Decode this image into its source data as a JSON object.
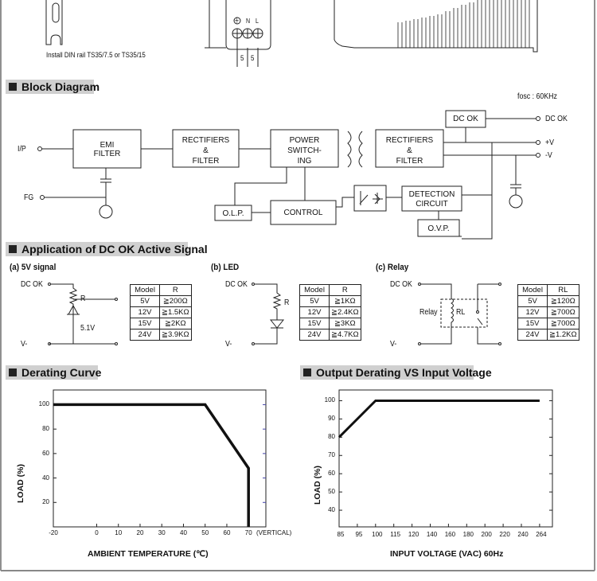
{
  "mechanical": {
    "din_note": "Install DIN rail TS35/7.5 or TS35/15",
    "terminals": [
      "⏚",
      "N",
      "L"
    ],
    "pitch": [
      "5",
      "5"
    ]
  },
  "block_diagram": {
    "title": "Block Diagram",
    "fosc": "fosc : 60KHz",
    "inputs": {
      "ip": "I/P",
      "fg": "FG"
    },
    "blocks": {
      "emi": [
        "EMI",
        "FILTER"
      ],
      "rect1": [
        "RECTIFIERS",
        "&",
        "FILTER"
      ],
      "power": [
        "POWER",
        "SWITCH-",
        "ING"
      ],
      "rect2": [
        "RECTIFIERS",
        "&",
        "FILTER"
      ],
      "dcok": "DC OK",
      "olp": "O.L.P.",
      "control": "CONTROL",
      "detection": [
        "DETECTION",
        "CIRCUIT"
      ],
      "ovp": "O.V.P."
    },
    "outputs": {
      "dcok": "DC OK",
      "pv": "+V",
      "nv": "-V"
    }
  },
  "application": {
    "title": "Application of DC OK Active Signal",
    "a": {
      "title": "(a) 5V signal",
      "dcok": "DC OK",
      "vminus": "V-",
      "r": "R",
      "zener": "5.1V",
      "headers": [
        "Model",
        "R"
      ],
      "rows": [
        [
          "5V",
          "≧200Ω"
        ],
        [
          "12V",
          "≧1.5KΩ"
        ],
        [
          "15V",
          "≧2KΩ"
        ],
        [
          "24V",
          "≧3.9KΩ"
        ]
      ]
    },
    "b": {
      "title": "(b) LED",
      "dcok": "DC OK",
      "vminus": "V-",
      "r": "R",
      "headers": [
        "Model",
        "R"
      ],
      "rows": [
        [
          "5V",
          "≧1KΩ"
        ],
        [
          "12V",
          "≧2.4KΩ"
        ],
        [
          "15V",
          "≧3KΩ"
        ],
        [
          "24V",
          "≧4.7KΩ"
        ]
      ]
    },
    "c": {
      "title": "(c) Relay",
      "dcok": "DC OK",
      "vminus": "V-",
      "relay": "Relay",
      "rl": "RL",
      "headers": [
        "Model",
        "RL"
      ],
      "rows": [
        [
          "5V",
          "≧120Ω"
        ],
        [
          "12V",
          "≧700Ω"
        ],
        [
          "15V",
          "≧700Ω"
        ],
        [
          "24V",
          "≧1.2KΩ"
        ]
      ]
    }
  },
  "chart_data": [
    {
      "type": "line",
      "title": "Derating Curve",
      "xlabel": "AMBIENT TEMPERATURE (℃)",
      "ylabel": "LOAD (%)",
      "x_note": "(VERTICAL)",
      "xticks": [
        "-20",
        "0",
        "10",
        "20",
        "30",
        "40",
        "50",
        "60",
        "70"
      ],
      "xtick_values": [
        -20,
        0,
        10,
        20,
        30,
        40,
        50,
        60,
        70
      ],
      "yticks": [
        "20",
        "40",
        "60",
        "80",
        "100"
      ],
      "ytick_values": [
        20,
        40,
        60,
        80,
        100
      ],
      "xlim": [
        -20,
        78
      ],
      "ylim": [
        0,
        112
      ],
      "grid": false,
      "series": [
        {
          "name": "load",
          "x": [
            -20,
            50,
            70,
            70
          ],
          "y": [
            100,
            100,
            48,
            0
          ]
        }
      ]
    },
    {
      "type": "line",
      "title": "Output Derating VS Input Voltage",
      "xlabel": "INPUT VOLTAGE (VAC) 60Hz",
      "ylabel": "LOAD (%)",
      "xticks": [
        "85",
        "95",
        "100",
        "115",
        "120",
        "140",
        "160",
        "180",
        "200",
        "220",
        "240",
        "264"
      ],
      "yticks": [
        "40",
        "50",
        "60",
        "70",
        "80",
        "90",
        "100"
      ],
      "ytick_values": [
        40,
        50,
        60,
        70,
        80,
        90,
        100
      ],
      "ylim": [
        30,
        105
      ],
      "grid": false,
      "series": [
        {
          "name": "load",
          "x": [
            "85",
            "100",
            "264"
          ],
          "y": [
            80,
            100,
            100
          ]
        }
      ]
    }
  ]
}
